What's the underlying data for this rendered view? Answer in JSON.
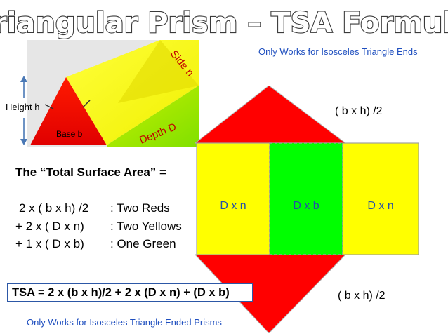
{
  "title": "Triangular Prism – TSA Formula",
  "note_top": "Only Works for Isosceles Triangle Ends",
  "note_bottom": "Only Works for Isosceles Triangle Ended Prisms",
  "prism": {
    "height_label": "Height h",
    "base_label": "Base b",
    "side_label": "Side n",
    "depth_label": "Depth D"
  },
  "net": {
    "top_triangle_label": "( b x h) /2",
    "bottom_triangle_label": "( b x h) /2",
    "left_rect_label": "D x n",
    "center_rect_label": "D x b",
    "right_rect_label": "D x n"
  },
  "formula": {
    "heading": "The “Total Surface Area” =",
    "lines": [
      {
        "expr": "2 x ( b x h) /2",
        "desc": ": Two Reds"
      },
      {
        "expr": "+ 2 x ( D x n)",
        "desc": ": Two Yellows"
      },
      {
        "expr": "+ 1 x ( D x b)",
        "desc": ": One Green"
      }
    ],
    "tsa": "TSA = 2 x (b x h)/2  +  2 x (D x n) + (D x b)"
  },
  "colors": {
    "red": "#ff0000",
    "yellow": "#ffff00",
    "green": "#00ff00",
    "blue_text": "#1f4fbf",
    "box_border": "#2c57a6"
  }
}
